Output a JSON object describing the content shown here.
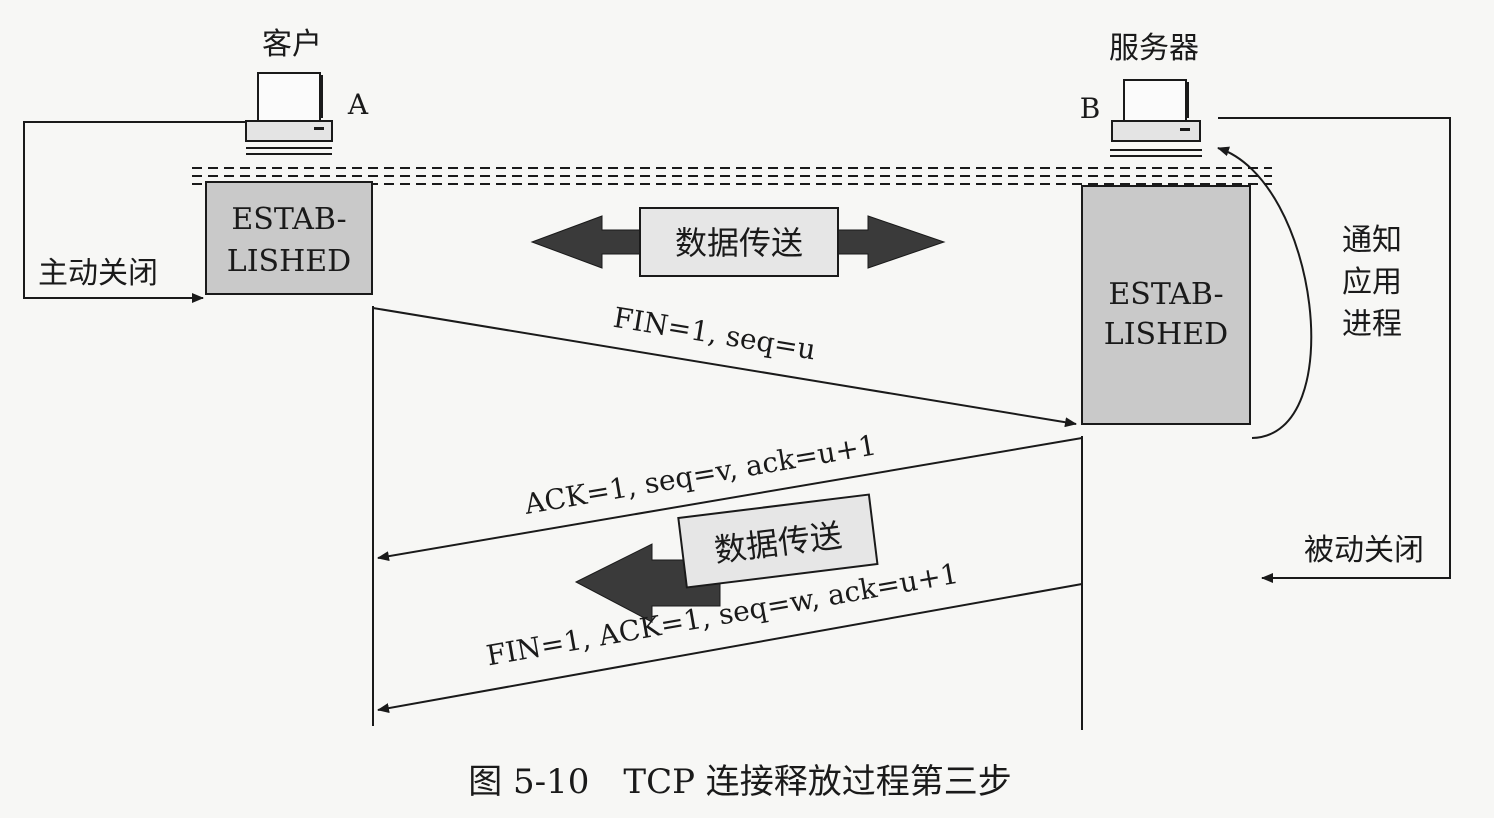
{
  "diagram": {
    "client_title": "客户",
    "client_id": "A",
    "server_title": "服务器",
    "server_id": "B",
    "client_state": [
      "ESTAB-",
      "LISHED"
    ],
    "server_state": [
      "ESTAB-",
      "LISHED"
    ],
    "active_close": "主动关闭",
    "passive_close": "被动关闭",
    "notify_app": [
      "通知",
      "应用",
      "进程"
    ],
    "data_transfer_both": "数据传送",
    "data_transfer_back": "数据传送",
    "msg_fin": "FIN=1, seq=u",
    "msg_ack": "ACK=1, seq=v, ack=u+1",
    "msg_fin_ack": "FIN=1, ACK=1, seq=w, ack=u+1",
    "caption": "图 5-10　TCP 连接释放过程第三步"
  },
  "colors": {
    "ink": "#1a1a1a",
    "state_fill": "#c9c9c9",
    "label_fill": "#e6e6e6",
    "background": "#f7f7f5",
    "arrow_fill": "#3a3a3a"
  }
}
